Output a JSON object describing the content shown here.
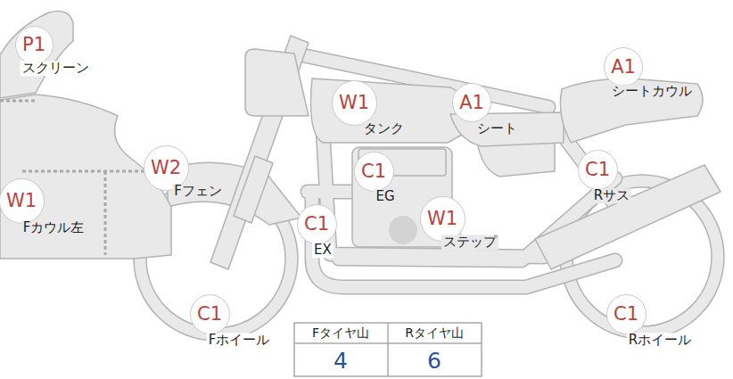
{
  "diagram": {
    "nodes": [
      {
        "text": [
          "P1",
          "スクリーン"
        ]
      },
      {
        "text": [
          "A1",
          "シートカウル"
        ]
      },
      {
        "text": [
          "W1",
          "タンク"
        ]
      },
      {
        "text": [
          "A1",
          "シート"
        ]
      },
      {
        "text": [
          "C1",
          "EG"
        ]
      },
      {
        "text": [
          "W2",
          "Fフェン"
        ]
      },
      {
        "text": [
          "C1",
          "Rサス"
        ]
      },
      {
        "text": [
          "W1",
          "Fカウル左"
        ]
      },
      {
        "text": [
          "C1",
          "EX"
        ]
      },
      {
        "text": [
          "W1",
          "ステップ"
        ]
      },
      {
        "text": [
          "C1",
          "Fホイール"
        ]
      },
      {
        "text": [
          "C1",
          "Rホイール"
        ]
      }
    ],
    "labels": [
      "Fタイヤ山",
      "Rタイヤ山",
      "4",
      "6"
    ]
  }
}
